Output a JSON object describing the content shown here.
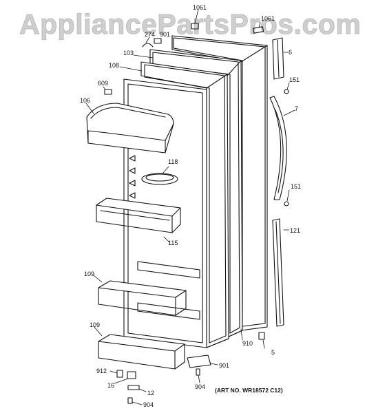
{
  "watermark": "AppliancePartsPros.com",
  "art_number": "(ART NO. WR18572 C12)",
  "callouts": {
    "c1061a": "1061",
    "c1061b": "1061",
    "c6": "6",
    "c274": "274",
    "c901a": "901",
    "c103": "103",
    "c108": "108",
    "c609": "609",
    "c151a": "151",
    "c106": "106",
    "c7": "7",
    "c118": "118",
    "c151b": "151",
    "c121": "121",
    "c115": "115",
    "c109a": "109",
    "c109b": "109",
    "c910": "910",
    "c5": "5",
    "c901b": "901",
    "c912": "912",
    "c16": "16",
    "c12": "12",
    "c904a": "904",
    "c904b": "904"
  }
}
